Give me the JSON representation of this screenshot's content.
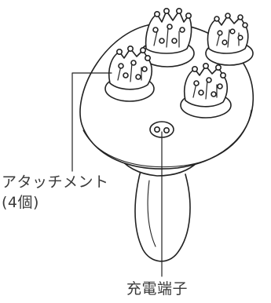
{
  "labels": {
    "attachment": "アタッチメント",
    "attachment_count": "(4個)",
    "charging_port": "充電端子"
  },
  "colors": {
    "line": "#222222",
    "text": "#3a3a3a",
    "background": "#ffffff"
  }
}
